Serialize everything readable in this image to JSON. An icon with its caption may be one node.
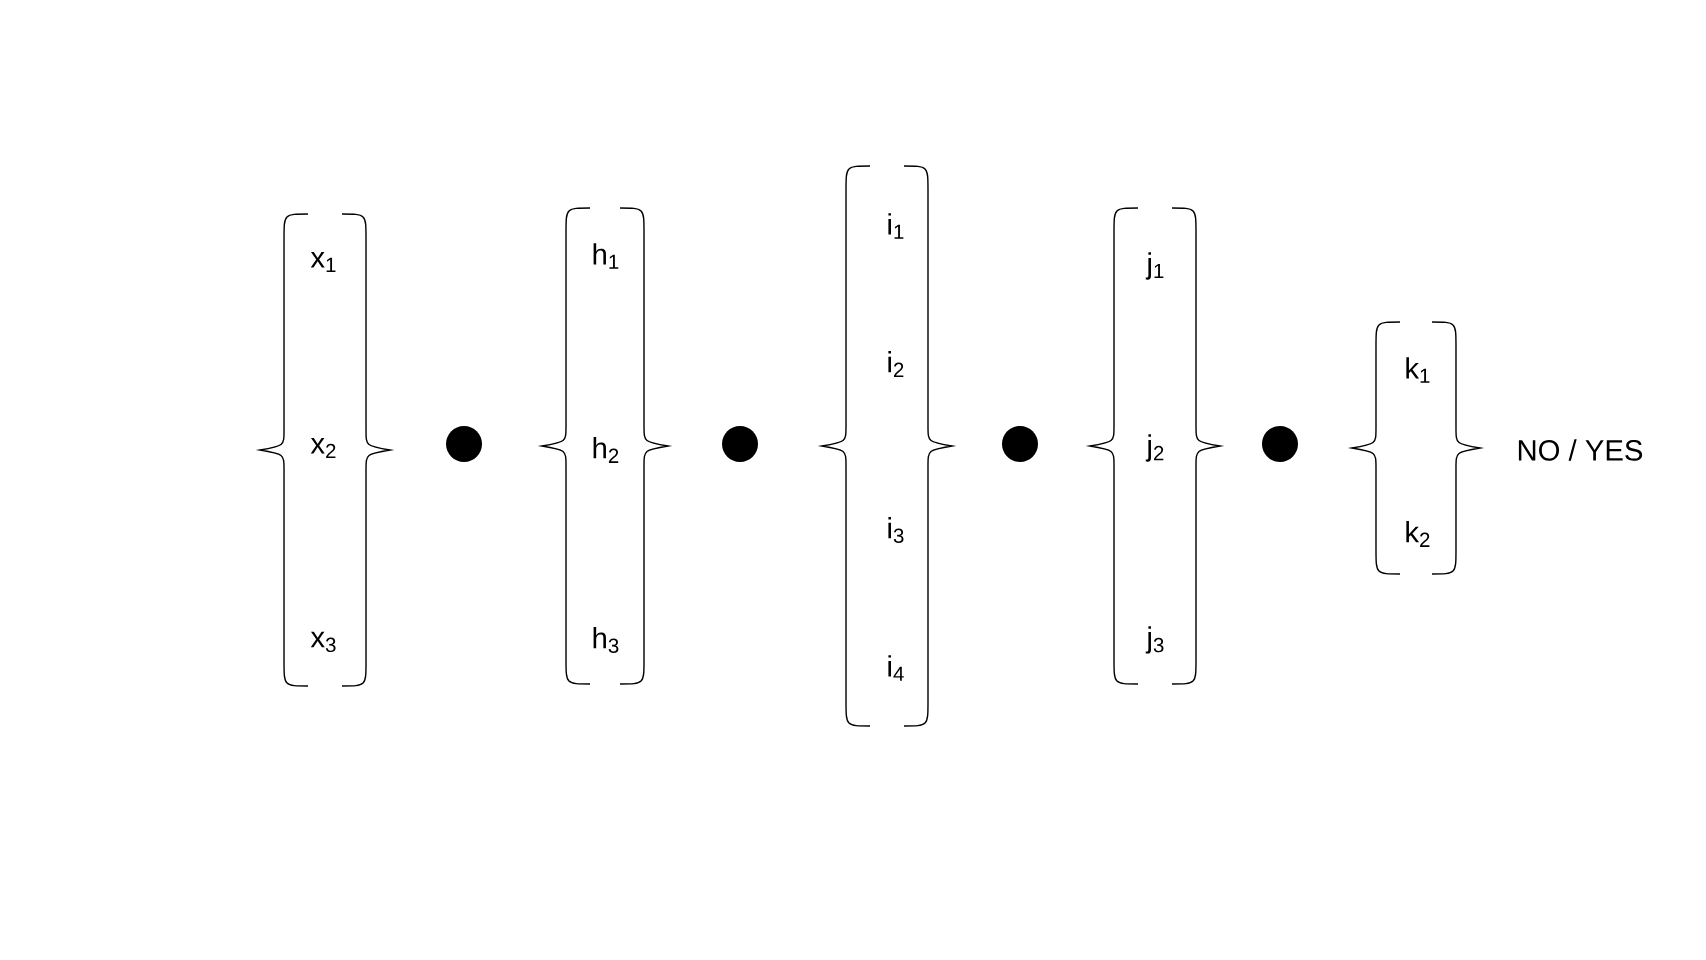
{
  "diagram": {
    "labels": [
      "x$_{1}$",
      "x$_{2}$",
      "x$_{3}$",
      "h$_{1}$",
      "h$_{2}$",
      "h$_{3}$",
      "i$_{1}$",
      "i$_{2}$",
      "i$_{3}$",
      "i$_{4}$",
      "j$_{1}$",
      "j$_{2}$",
      "j$_{3}$",
      "k$_{1}$",
      "k$_{2}$",
      "NO / YES"
    ]
  }
}
